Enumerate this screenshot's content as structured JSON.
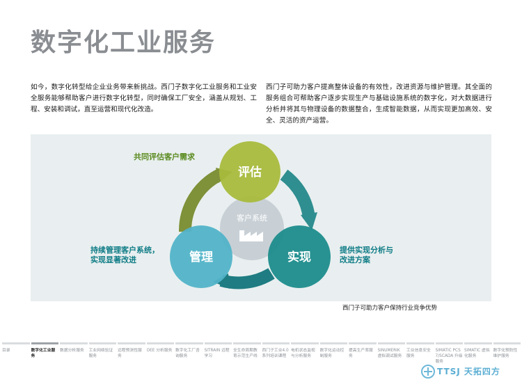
{
  "title": "数字化工业服务",
  "paragraphs": [
    "如今，数字化转型给企业业务带来新挑战。西门子数字化工业服务和工业安全服务能够帮助客户进行数字化转型，同时确保工厂安全，涵盖从规划、工程、安装和调试，直至运营和现代化改造。",
    "西门子可助力客户提高整体设备的有效性，改进资源与维护管理。其全面的服务组合可帮助客户逐步实现生产与基础设施系统的数字化，对大数据进行分析并将其与物理设备的数据整合，生成智能数据，从而实现更加高效、安全、灵活的资产运营。"
  ],
  "diagram": {
    "center_label": "客户系统",
    "nodes": {
      "assess": "评估",
      "manage": "管理",
      "implement": "实现"
    },
    "annotations": {
      "assess": "共同评估客户需求",
      "manage_line1": "持续管理客户系统，",
      "manage_line2": "实现显著改进",
      "implement_line1": "提供实现分析与",
      "implement_line2": "改进方案"
    },
    "colors": {
      "assess": "#a9bb3c",
      "manage": "#52b3c8",
      "implement": "#1e8c8c",
      "center": "#c8d0d6",
      "arrow_olive": "#7f9139",
      "arrow_teal": "#2f8e90",
      "arrow_blue": "#3f9db4",
      "annotation_green": "#5a8a1f",
      "annotation_teal": "#0f7c86"
    }
  },
  "caption": "西门子可助力客户保持行业竞争优势",
  "footer": {
    "items": [
      {
        "label": "目录",
        "active": false
      },
      {
        "label": "数字化工业服务",
        "active": true
      },
      {
        "label": "数据分析服务",
        "active": false
      },
      {
        "label": "工业网络验证服务",
        "active": false
      },
      {
        "label": "远程预测性服务",
        "active": false
      },
      {
        "label": "OEE 分析服务",
        "active": false
      },
      {
        "label": "数字化工厂咨询服务",
        "active": false
      },
      {
        "label": "SITRAIN 远程学习",
        "active": false
      },
      {
        "label": "全生命周期教育示范生产线",
        "active": false
      },
      {
        "label": "西门子工业4.0系列培训课程",
        "active": false
      },
      {
        "label": "电机状态监视与分析服务",
        "active": false
      },
      {
        "label": "数字化运动控制服务",
        "active": false
      },
      {
        "label": "提高生产率服务",
        "active": false
      },
      {
        "label": "SINUMERIK 虚拟调试服务",
        "active": false
      },
      {
        "label": "工业信息安全服务",
        "active": false
      },
      {
        "label": "SIMATIC PCS 7/SCADA 升级服务",
        "active": false
      },
      {
        "label": "SIMATIC 虚拟化服务",
        "active": false
      },
      {
        "label": "数字化预防性维护服务",
        "active": false
      }
    ]
  },
  "watermark": "TTSJ 天拓四方"
}
